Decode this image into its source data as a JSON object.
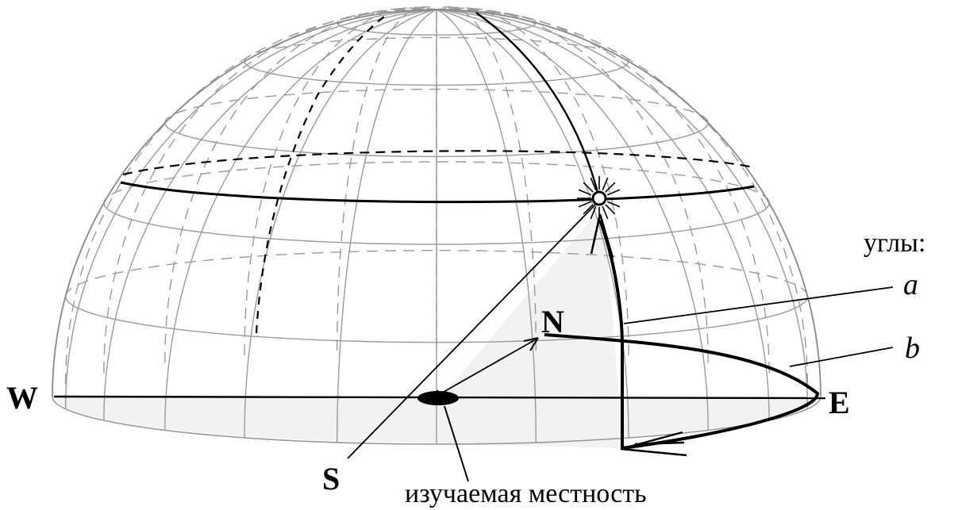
{
  "directions": {
    "west": "W",
    "east": "E",
    "north": "N",
    "south": "S"
  },
  "legend": {
    "title": "углы:",
    "angle_a": "a",
    "angle_b": "b"
  },
  "location_label": "изучаемая местность",
  "colors": {
    "ink": "#000000",
    "grid": "#9a9a9a",
    "shade": "#f2f2f2",
    "background": "#ffffff"
  }
}
